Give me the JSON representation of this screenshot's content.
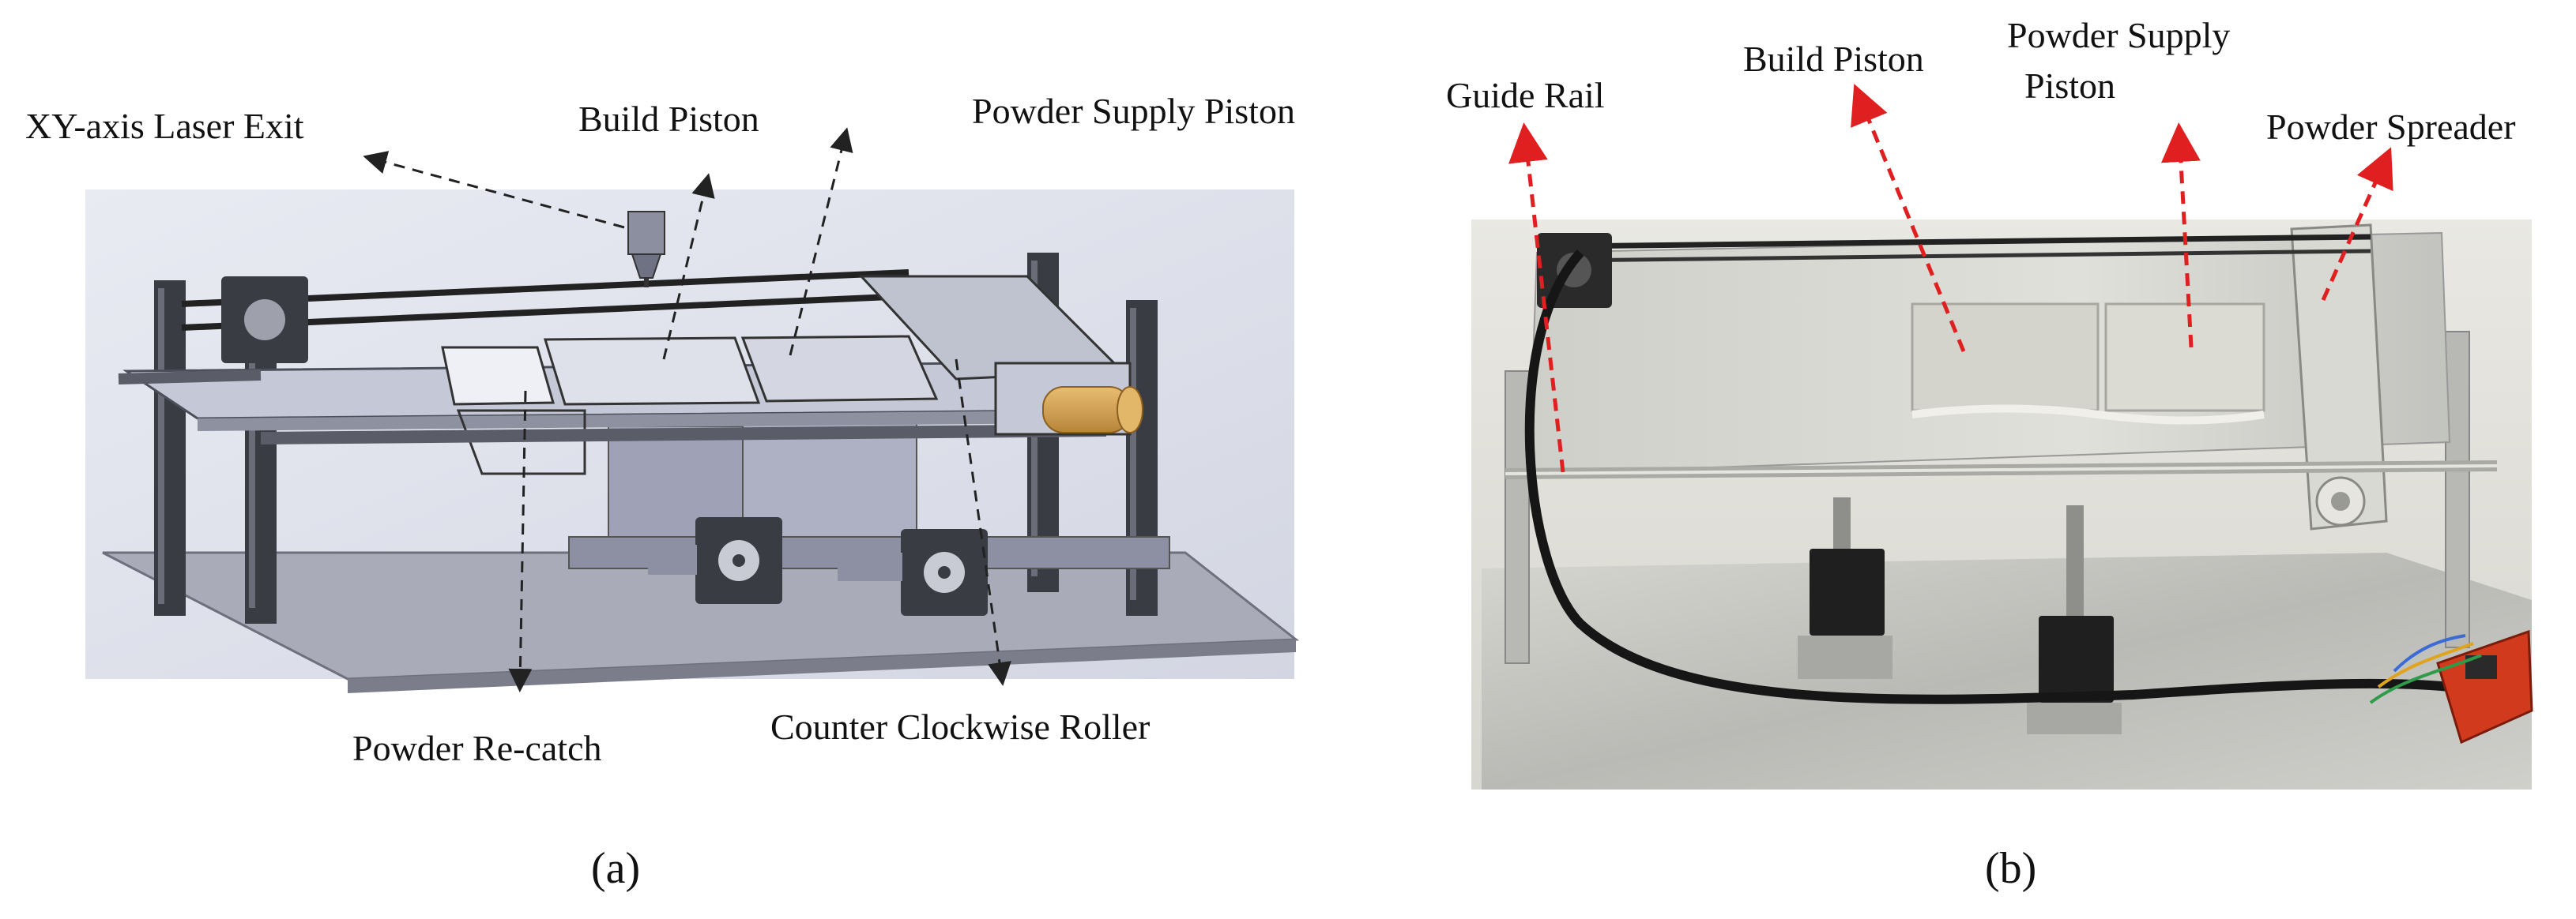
{
  "panel_a": {
    "caption": "(a)",
    "labels": {
      "laser_exit": "XY-axis Laser Exit",
      "build_piston": "Build Piston",
      "powder_supply_piston": "Powder Supply Piston",
      "powder_recatch": "Powder Re-catch",
      "roller": "Counter Clockwise Roller"
    }
  },
  "panel_b": {
    "caption": "(b)",
    "labels": {
      "guide_rail": "Guide Rail",
      "build_piston": "Build Piston",
      "powder_supply_piston_line1": "Powder Supply",
      "powder_supply_piston_line2": "Piston",
      "powder_spreader": "Powder Spreader"
    }
  },
  "colors": {
    "cad_metal": "#b9bccc",
    "cad_dark": "#3a3c44",
    "photo_metal": "#c9c9c4",
    "arrow_red": "#e02020",
    "arrow_black": "#222222",
    "roller": "#d8a655",
    "board_red": "#d23a1e"
  }
}
